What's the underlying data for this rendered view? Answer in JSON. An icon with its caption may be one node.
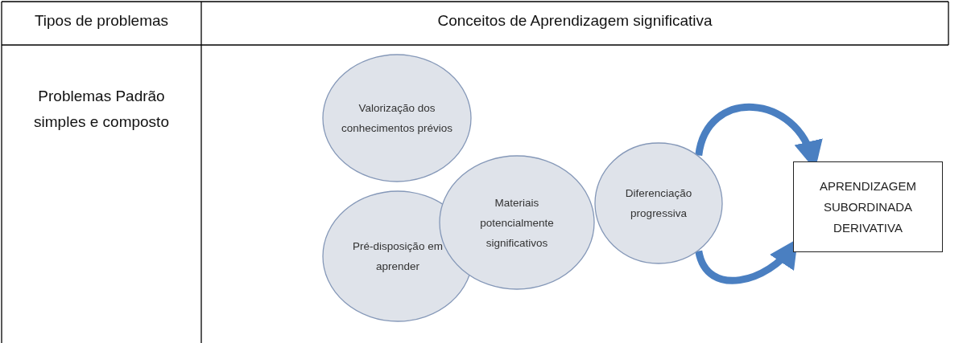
{
  "diagram": {
    "nodes": [
      {
        "text": [
          "Valorização dos conhecimentos prévios"
        ]
      },
      {
        "text": [
          "Pré-disposição em aprender"
        ]
      },
      {
        "text": [
          "Materiais potencialmente significativos"
        ]
      },
      {
        "text": [
          "Diferenciação progressiva"
        ]
      },
      {
        "text": [
          "APRENDIZAGEM SUBORDINADA DERIVATIVA"
        ]
      }
    ],
    "edges": [
      {
        "from": 3,
        "to": 4,
        "arrow": "to"
      },
      {
        "from": 3,
        "to": 4,
        "arrow": "to"
      }
    ],
    "labels": [
      "Tipos de problemas",
      "Conceitos de Aprendizagem significativa",
      "Problemas Padrão simples e composto"
    ]
  }
}
